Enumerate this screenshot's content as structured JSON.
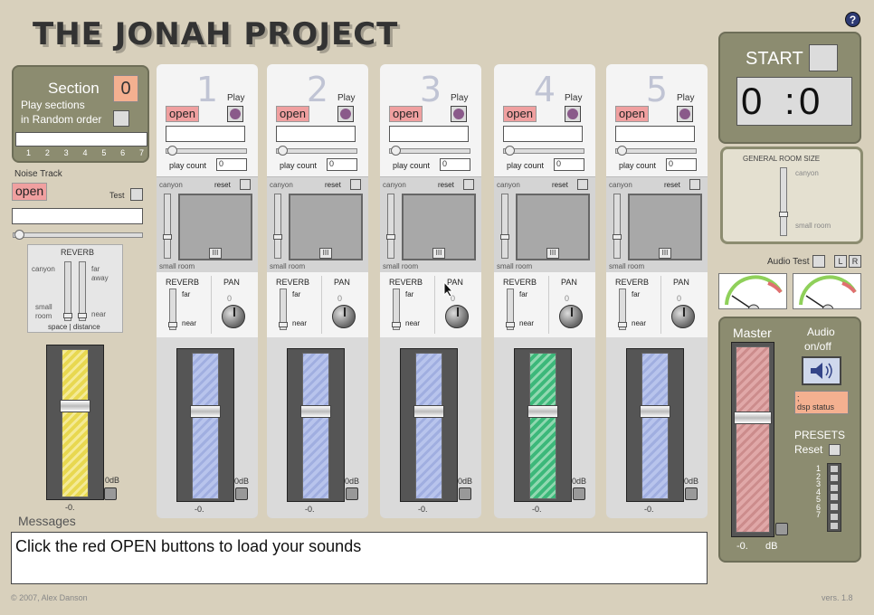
{
  "title": "THE JONAH PROJECT",
  "help_label": "?",
  "section": {
    "label": "Section",
    "value": "0",
    "random_label_1": "Play sections",
    "random_label_2": "in Random order",
    "numbers": [
      "1",
      "2",
      "3",
      "4",
      "5",
      "6",
      "7"
    ]
  },
  "noise": {
    "label": "Noise Track",
    "open": "open",
    "test": "Test"
  },
  "reverb_block": {
    "title": "REVERB",
    "canyon": "canyon",
    "far": "far",
    "away": "away",
    "small": "small",
    "room": "room",
    "near": "near",
    "footer": "space | distance"
  },
  "master_left": {
    "db": "0dB",
    "value": "-0."
  },
  "channels": [
    {
      "num": "1",
      "play": "Play",
      "open": "open",
      "playcount": "play count",
      "count": "0",
      "canyon": "canyon",
      "reset": "reset",
      "smallroom": "small room",
      "reverb": "REVERB",
      "far": "far",
      "near": "near",
      "pan": "PAN",
      "pan_val": "0",
      "db": "0dB",
      "value": "-0.",
      "color": "blue"
    },
    {
      "num": "2",
      "play": "Play",
      "open": "open",
      "playcount": "play count",
      "count": "0",
      "canyon": "canyon",
      "reset": "reset",
      "smallroom": "small room",
      "reverb": "REVERB",
      "far": "far",
      "near": "near",
      "pan": "PAN",
      "pan_val": "0",
      "db": "0dB",
      "value": "-0.",
      "color": "blue"
    },
    {
      "num": "3",
      "play": "Play",
      "open": "open",
      "playcount": "play count",
      "count": "0",
      "canyon": "canyon",
      "reset": "reset",
      "smallroom": "small room",
      "reverb": "REVERB",
      "far": "far",
      "near": "near",
      "pan": "PAN",
      "pan_val": "0",
      "db": "0dB",
      "value": "-0.",
      "color": "blue"
    },
    {
      "num": "4",
      "play": "Play",
      "open": "open",
      "playcount": "play count",
      "count": "0",
      "canyon": "canyon",
      "reset": "reset",
      "smallroom": "small room",
      "reverb": "REVERB",
      "far": "far",
      "near": "near",
      "pan": "PAN",
      "pan_val": "0",
      "db": "0dB",
      "value": "-0.",
      "color": "green"
    },
    {
      "num": "5",
      "play": "Play",
      "open": "open",
      "playcount": "play count",
      "count": "0",
      "canyon": "canyon",
      "reset": "reset",
      "smallroom": "small room",
      "reverb": "REVERB",
      "far": "far",
      "near": "near",
      "pan": "PAN",
      "pan_val": "0",
      "db": "0dB",
      "value": "-0.",
      "color": "blue"
    }
  ],
  "messages": {
    "label": "Messages",
    "text": "Click the red OPEN buttons to load your sounds"
  },
  "footer": {
    "copyright": "© 2007, Alex Danson",
    "version": "vers. 1.8"
  },
  "start": {
    "label": "START",
    "time_min": "0",
    "colon": ":",
    "time_sec": "0"
  },
  "room": {
    "title": "GENERAL ROOM SIZE",
    "canyon": "canyon",
    "small": "small room"
  },
  "audio_test": {
    "label": "Audio Test",
    "l": "L",
    "r": "R"
  },
  "master": {
    "label": "Master",
    "audio": "Audio",
    "onoff": "on/off",
    "dsp_1": ";",
    "dsp_2": "dsp status",
    "presets": "PRESETS",
    "reset": "Reset",
    "preset_nums": [
      "1",
      "2",
      "3",
      "4",
      "5",
      "6",
      "7"
    ],
    "value": "-0.",
    "db": "dB"
  }
}
